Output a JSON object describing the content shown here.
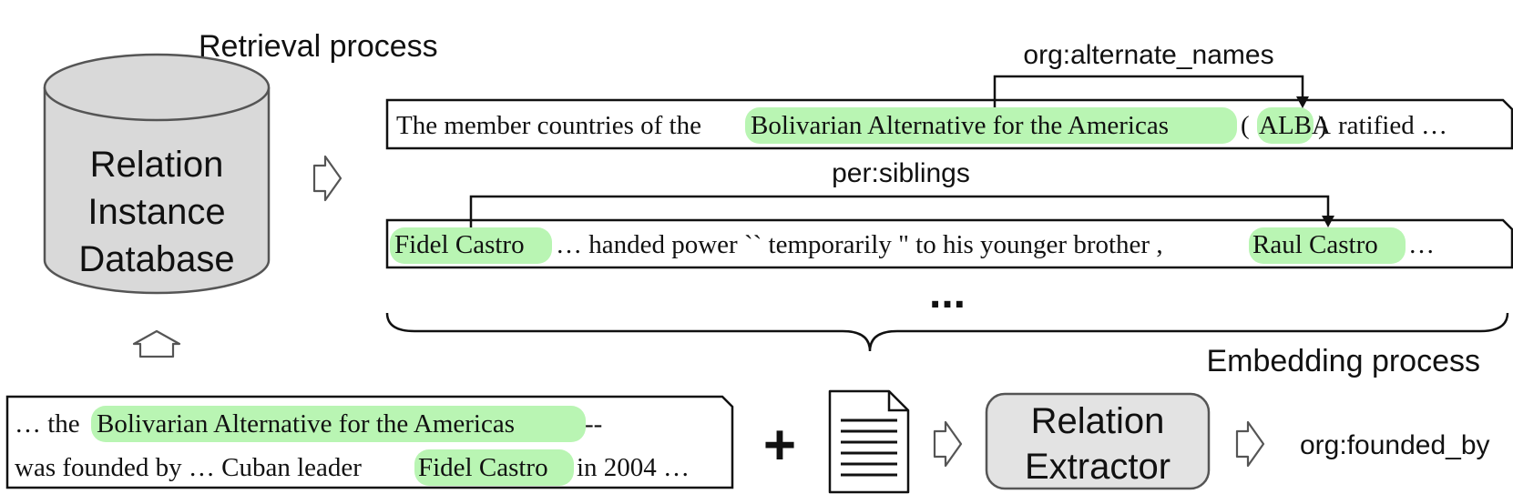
{
  "retrieval_label": "Retrieval process",
  "embedding_label": "Embedding process",
  "database": {
    "line1": "Relation",
    "line2": "Instance",
    "line3": "Database"
  },
  "example1": {
    "relation": "org:alternate_names",
    "text_before": "The member countries of the",
    "entity1": "Bolivarian Alternative for the Americas",
    "paren_open": "(",
    "entity2": "ALBA",
    "paren_close": ")",
    "text_after": "ratified …"
  },
  "example2": {
    "relation": "per:siblings",
    "entity1": "Fidel Castro",
    "text_middle": "… handed power `` temporarily \" to his younger brother ,",
    "entity2": "Raul Castro",
    "text_after": "…"
  },
  "ellipsis": "...",
  "query": {
    "line1_before": "… the",
    "entity1": "Bolivarian Alternative for the Americas",
    "line1_after": "--",
    "line2_before": "was founded by … Cuban leader",
    "entity2": "Fidel Castro",
    "line2_after": "in 2004 …"
  },
  "plus_symbol": "+",
  "extractor": {
    "line1": "Relation",
    "line2": "Extractor"
  },
  "output_label": "org:founded_by",
  "icons": [
    "database-cylinder-icon",
    "document-icon",
    "right-arrow-icon",
    "up-arrow-icon",
    "curly-brace-icon"
  ]
}
